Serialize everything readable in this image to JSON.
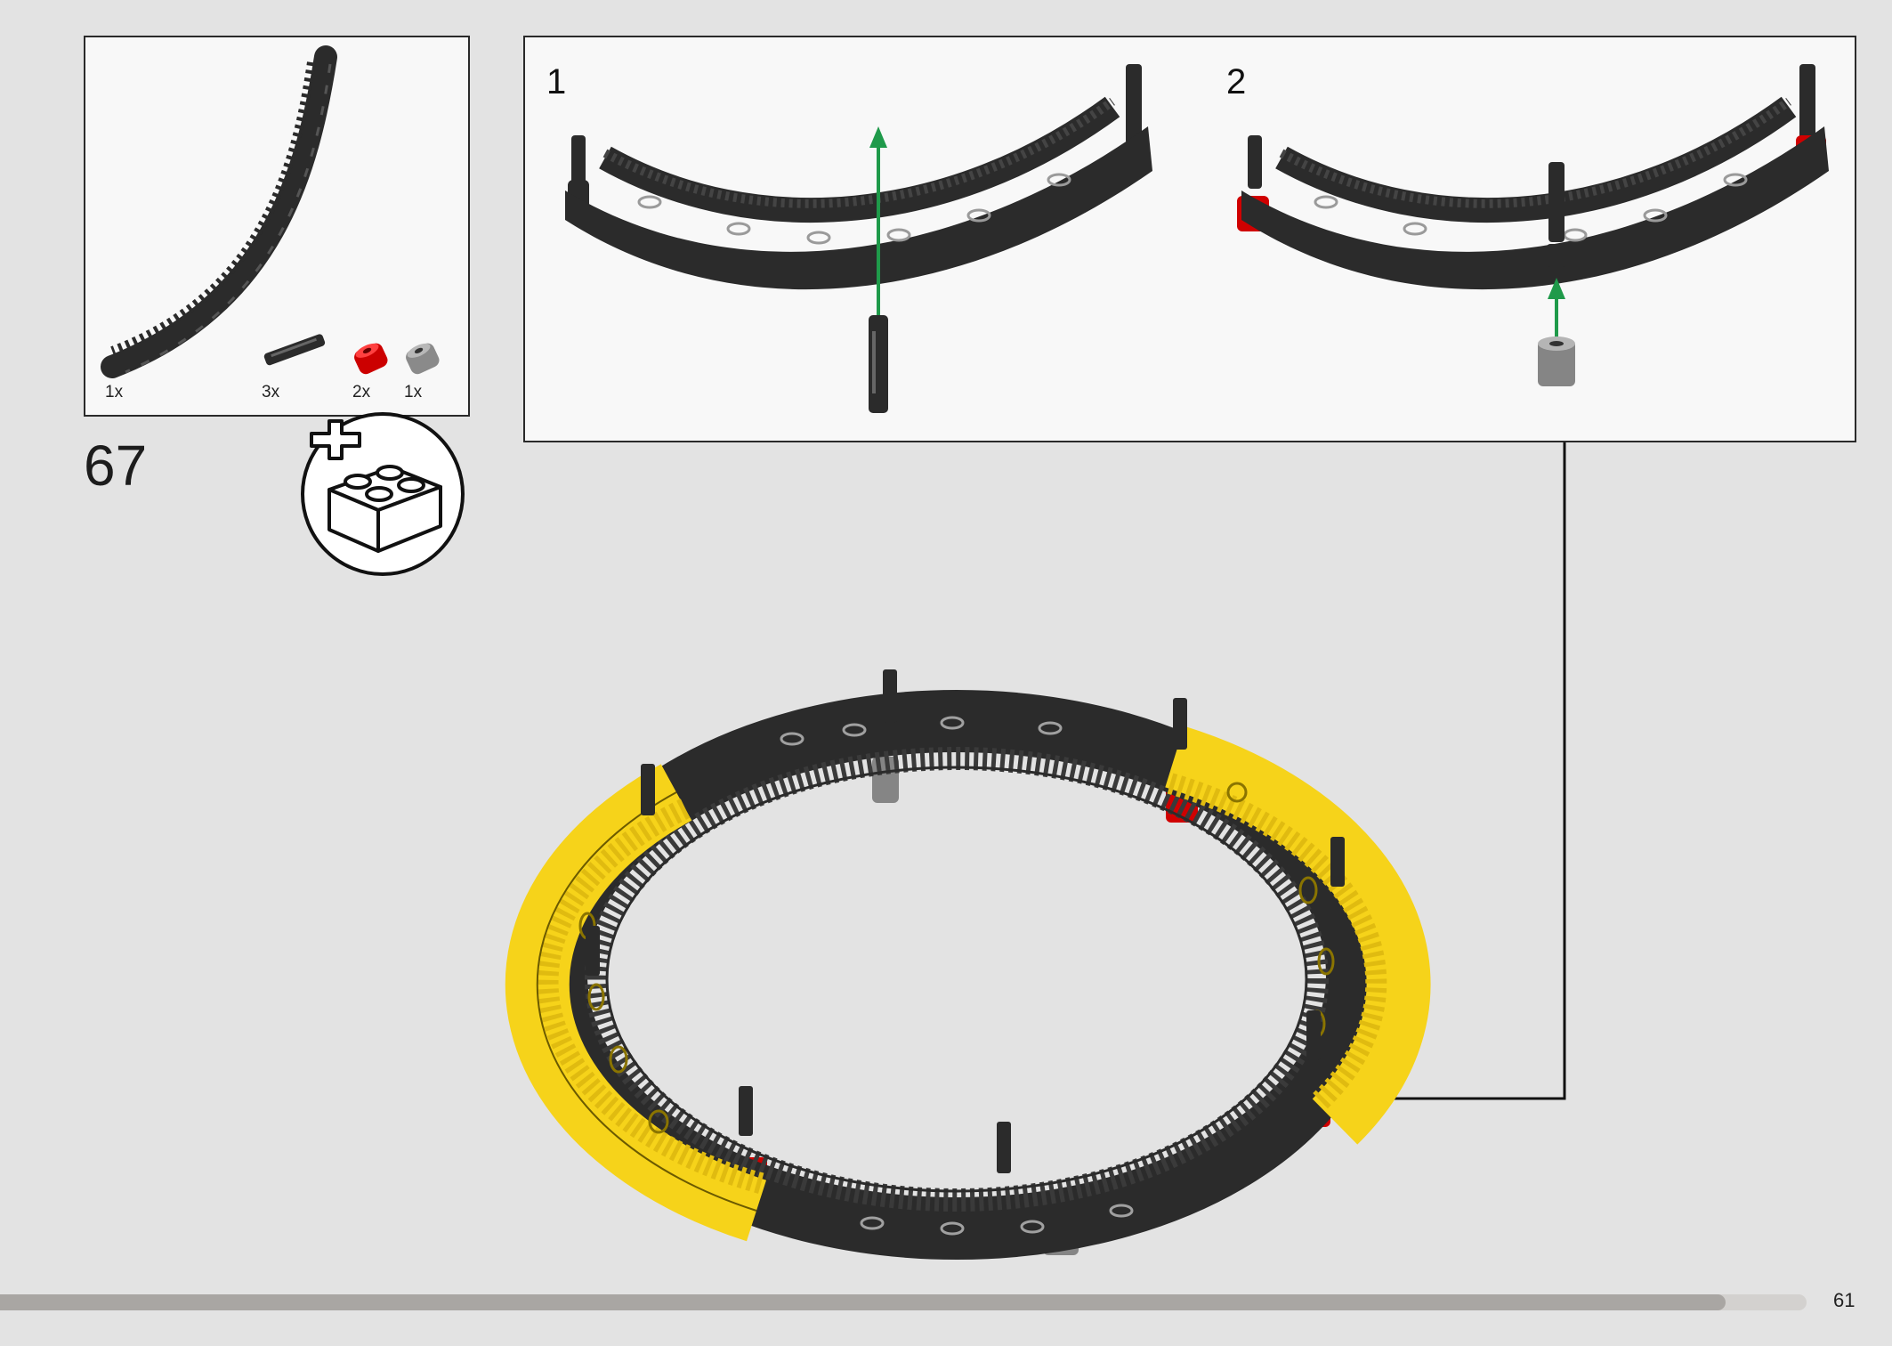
{
  "step": {
    "number": "67",
    "parts": [
      {
        "name": "gear-rack-curved",
        "qty": "1x"
      },
      {
        "name": "axle-pin",
        "qty": "3x"
      },
      {
        "name": "bush-red",
        "qty": "2x",
        "color": "#cc0000"
      },
      {
        "name": "bush-gray",
        "qty": "1x",
        "color": "#8a8a8a"
      }
    ]
  },
  "substeps": [
    {
      "label": "1",
      "arrow_color": "#1f9a4a"
    },
    {
      "label": "2",
      "arrow_color": "#1f9a4a"
    }
  ],
  "colors": {
    "black_part": "#2b2b2b",
    "yellow_part": "#f6d31a",
    "red_part": "#d00000",
    "gray_part": "#858585",
    "progress_bar": "#a9a6a3"
  },
  "page": {
    "number": "61",
    "progress": 0.955
  }
}
